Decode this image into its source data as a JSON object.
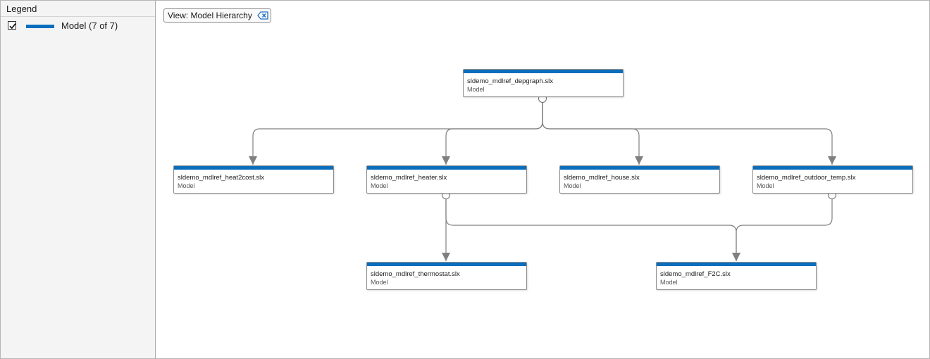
{
  "legend": {
    "title": "Legend",
    "items": [
      {
        "label": "Model (7 of 7)",
        "checked": true,
        "color": "#0b6ebd"
      }
    ]
  },
  "view": {
    "label": "View: Model Hierarchy",
    "clear_icon": "clear-filter-icon"
  },
  "nodes": [
    {
      "id": "root",
      "name": "sldemo_mdlref_depgraph.slx",
      "type": "Model"
    },
    {
      "id": "heat2cost",
      "name": "sldemo_mdlref_heat2cost.slx",
      "type": "Model"
    },
    {
      "id": "heater",
      "name": "sldemo_mdlref_heater.slx",
      "type": "Model"
    },
    {
      "id": "house",
      "name": "sldemo_mdlref_house.slx",
      "type": "Model"
    },
    {
      "id": "outdoor",
      "name": "sldemo_mdlref_outdoor_temp.slx",
      "type": "Model"
    },
    {
      "id": "thermostat",
      "name": "sldemo_mdlref_thermostat.slx",
      "type": "Model"
    },
    {
      "id": "f2c",
      "name": "sldemo_mdlref_F2C.slx",
      "type": "Model"
    }
  ],
  "edges": [
    {
      "from": "root",
      "to": "heat2cost"
    },
    {
      "from": "root",
      "to": "heater"
    },
    {
      "from": "root",
      "to": "house"
    },
    {
      "from": "root",
      "to": "outdoor"
    },
    {
      "from": "heater",
      "to": "thermostat"
    },
    {
      "from": "heater",
      "to": "f2c"
    },
    {
      "from": "outdoor",
      "to": "f2c"
    }
  ],
  "colors": {
    "model": "#0b6ebd",
    "edge": "#808080"
  }
}
